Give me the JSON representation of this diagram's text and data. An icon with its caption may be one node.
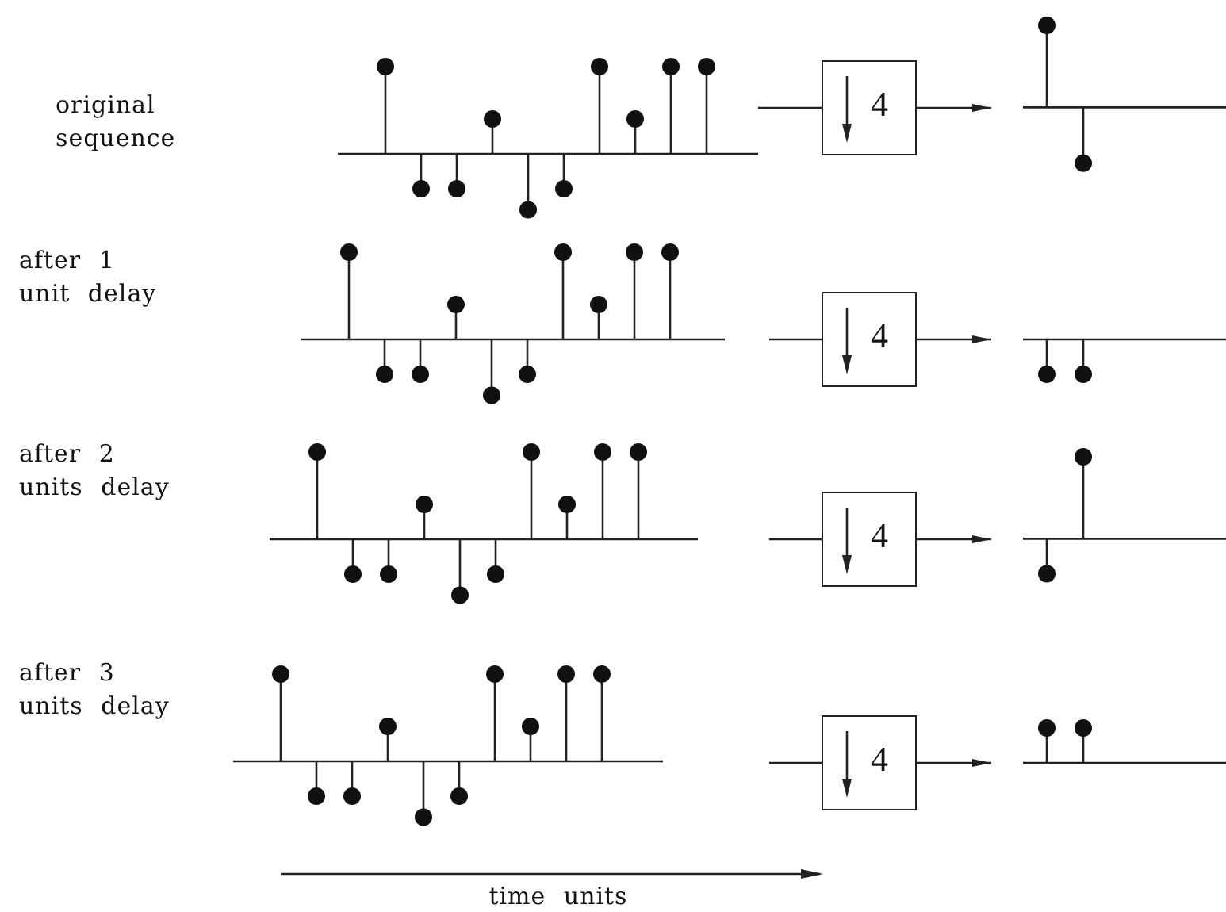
{
  "diagram": {
    "nodes": [
      {
        "text": [],
        "shape": "picture"
      },
      {
        "text": [
          "4"
        ]
      },
      {
        "text": [],
        "shape": "picture"
      },
      {
        "text": [],
        "shape": "picture"
      },
      {
        "text": [
          "4"
        ]
      },
      {
        "text": [],
        "shape": "picture"
      },
      {
        "text": [],
        "shape": "picture"
      },
      {
        "text": [
          "4"
        ]
      },
      {
        "text": [],
        "shape": "picture"
      },
      {
        "text": [],
        "shape": "picture"
      },
      {
        "text": [
          "4"
        ]
      },
      {
        "text": [],
        "shape": "picture"
      }
    ],
    "edges": [
      {
        "from": 0,
        "to": 1,
        "arrow": "none"
      },
      {
        "from": 1,
        "to": 2,
        "arrow": "to"
      },
      {
        "from": null,
        "to": 4,
        "arrow": "none"
      },
      {
        "from": 4,
        "to": 5,
        "arrow": "to"
      },
      {
        "from": null,
        "to": 7,
        "arrow": "none"
      },
      {
        "from": 7,
        "to": 8,
        "arrow": "to"
      },
      {
        "from": null,
        "to": 10,
        "arrow": "none"
      },
      {
        "from": 10,
        "to": 11,
        "arrow": "to"
      }
    ],
    "labels": [
      "original sequence",
      "after 1 unit delay",
      "after 2 units delay",
      "after 3 units delay",
      "time units"
    ]
  }
}
